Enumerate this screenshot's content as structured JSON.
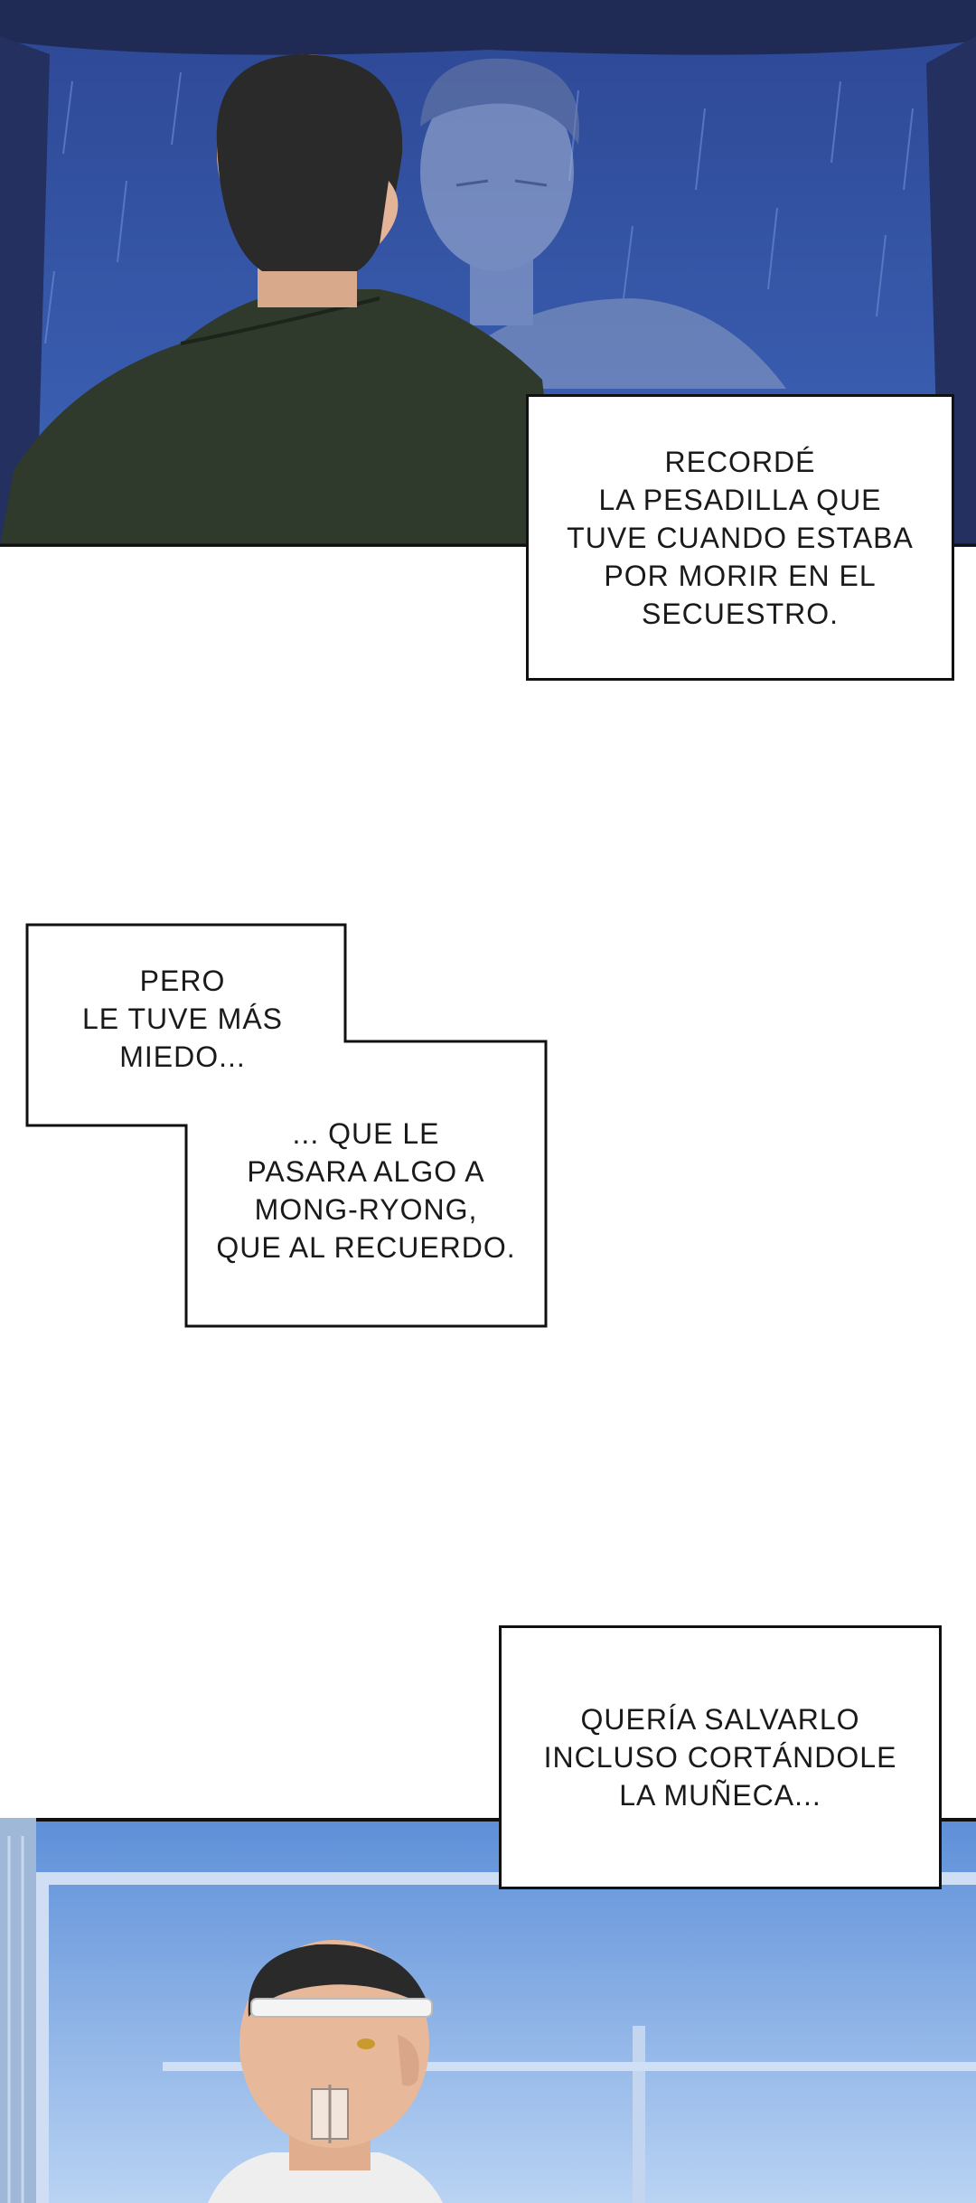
{
  "captions": {
    "nightmare": "RECORDÉ\nLA PESADILLA QUE\nTUVE CUANDO ESTABA\nPOR MORIR EN EL\nSECUESTRO.",
    "fear_part1": "PERO\nLE TUVE MÁS\nMIEDO...",
    "fear_part2": "... QUE LE\nPASARA ALGO A\nMONG-RYONG,\nQUE AL RECUERDO.",
    "save_him": "QUERÍA SALVARLO\nINCLUSO CORTÁNDOLE\nLA MUÑECA..."
  },
  "colors": {
    "rain_blue": "#3b5aa8",
    "night_dark": "#1f2b55",
    "jacket": "#2f3a2c",
    "hair": "#2a2a2a",
    "ghost": "#8fa0c4",
    "sky_blue": "#7aa6e0",
    "window_light": "#dbe9fb",
    "bandage": "#f4f4f4"
  }
}
